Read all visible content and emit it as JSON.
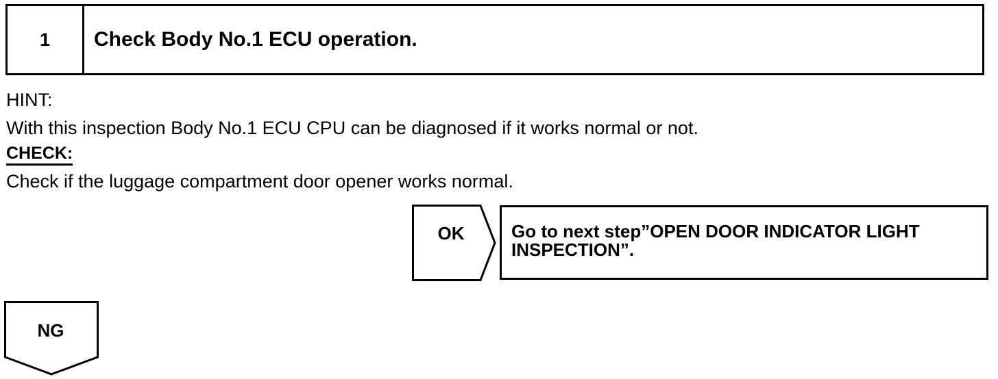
{
  "step": {
    "number": "1",
    "title": "Check Body No.1 ECU operation."
  },
  "hint": {
    "label": "HINT:",
    "body": "With this inspection Body No.1 ECU CPU can be diagnosed if it works normal or not."
  },
  "check": {
    "label": "CHECK:",
    "body": "Check if the luggage compartment door opener works normal."
  },
  "ok": {
    "label": "OK",
    "result": "Go to next step”OPEN DOOR INDICATOR LIGHT INSPECTION”."
  },
  "ng": {
    "label": "NG"
  }
}
